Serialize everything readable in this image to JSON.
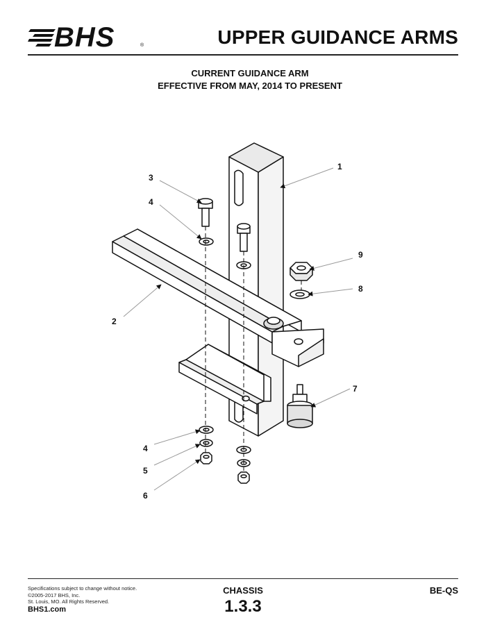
{
  "header": {
    "logo_text": "BHS",
    "title": "UPPER GUIDANCE ARMS"
  },
  "subtitle": {
    "line1": "CURRENT GUIDANCE ARM",
    "line2": "EFFECTIVE FROM MAY, 2014 TO PRESENT"
  },
  "diagram": {
    "callouts": [
      "1",
      "2",
      "3",
      "4",
      "4",
      "5",
      "6",
      "7",
      "8",
      "9"
    ]
  },
  "footer": {
    "legal_line1": "Specifications subject to change without notice.",
    "legal_line2": "©2005-2017 BHS, Inc.",
    "legal_line3": "St. Louis, MO.  All Rights Reserved.",
    "website": "BHS1.com",
    "section_label": "CHASSIS",
    "section_number": "1.3.3",
    "doc_code": "BE-QS"
  },
  "colors": {
    "ink": "#111111",
    "background": "#ffffff"
  }
}
